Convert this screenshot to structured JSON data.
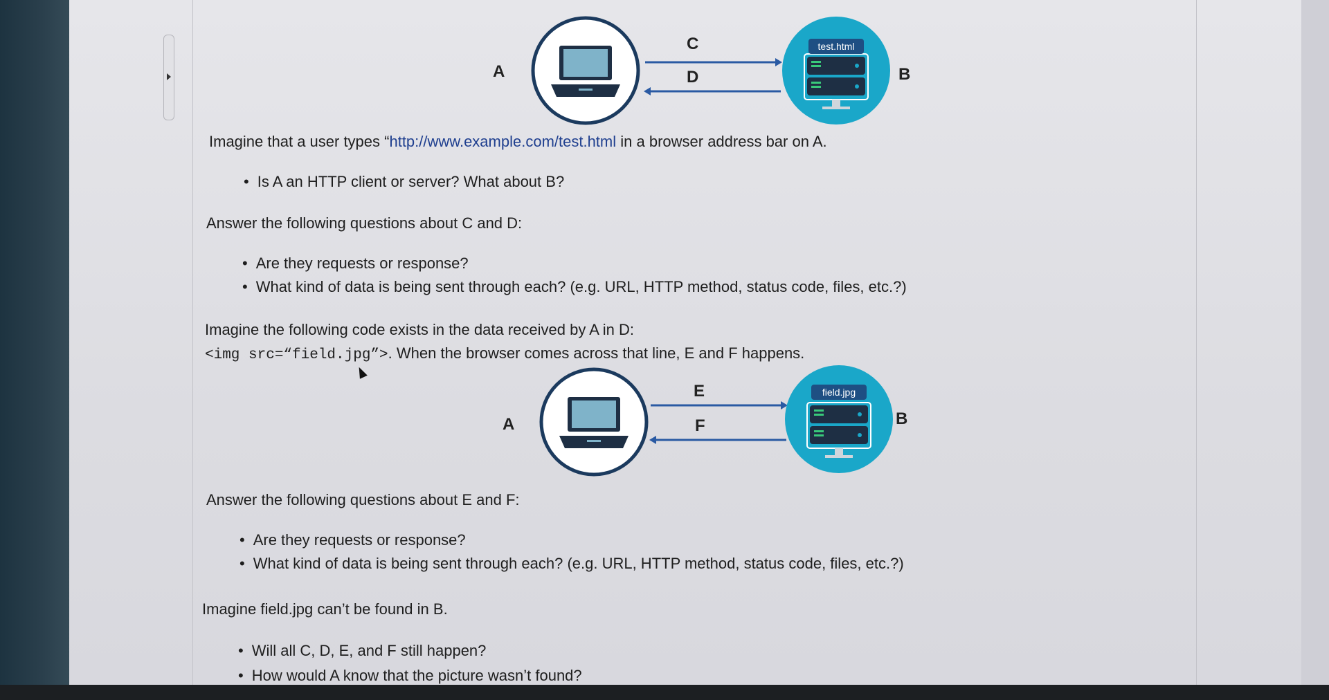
{
  "diagram1": {
    "label_client": "A",
    "label_server": "B",
    "label_request": "C",
    "label_response": "D",
    "server_file": "test.html",
    "client_icon": "laptop-icon",
    "server_icon": "server-icon"
  },
  "intro": {
    "prefix": "Imagine that a user types “",
    "url": "http://www.example.com/test.html",
    "suffix": " in a browser address bar on A."
  },
  "q1": {
    "bullets": [
      "Is A an HTTP client or server? What about B?"
    ]
  },
  "cd_heading": "Answer the following questions about C and D:",
  "cd_bullets": [
    "Are they requests or response?",
    "What kind of data is being sent through each? (e.g. URL, HTTP method, status code, files, etc.?)"
  ],
  "code_intro": "Imagine the following code exists in the data received by A in D:",
  "code_line": {
    "code": "<img src=“field.jpg”>",
    "text": ". When the browser comes across that line, E and F happens."
  },
  "diagram2": {
    "label_client": "A",
    "label_server": "B",
    "label_request": "E",
    "label_response": "F",
    "server_file": "field.jpg",
    "client_icon": "laptop-icon",
    "server_icon": "server-icon"
  },
  "ef_heading": "Answer the following questions about E and F:",
  "ef_bullets": [
    "Are they requests or response?",
    "What kind of data is being sent through each? (e.g. URL, HTTP method, status code, files, etc.?)"
  ],
  "missing_intro": "Imagine field.jpg can’t be found in B.",
  "missing_bullets": [
    "Will all C, D, E, and F still happen?",
    "How would A know that the picture wasn’t found?"
  ],
  "colors": {
    "circle_outline": "#1b3a5e",
    "server_bg": "#1aa7c9",
    "server_dark": "#1e2f44",
    "link": "#1f3f8f",
    "arrow": "#2a5aa3"
  },
  "icons": {
    "sidebar_caret": "caret-right-icon",
    "cursor": "mouse-cursor-icon"
  }
}
